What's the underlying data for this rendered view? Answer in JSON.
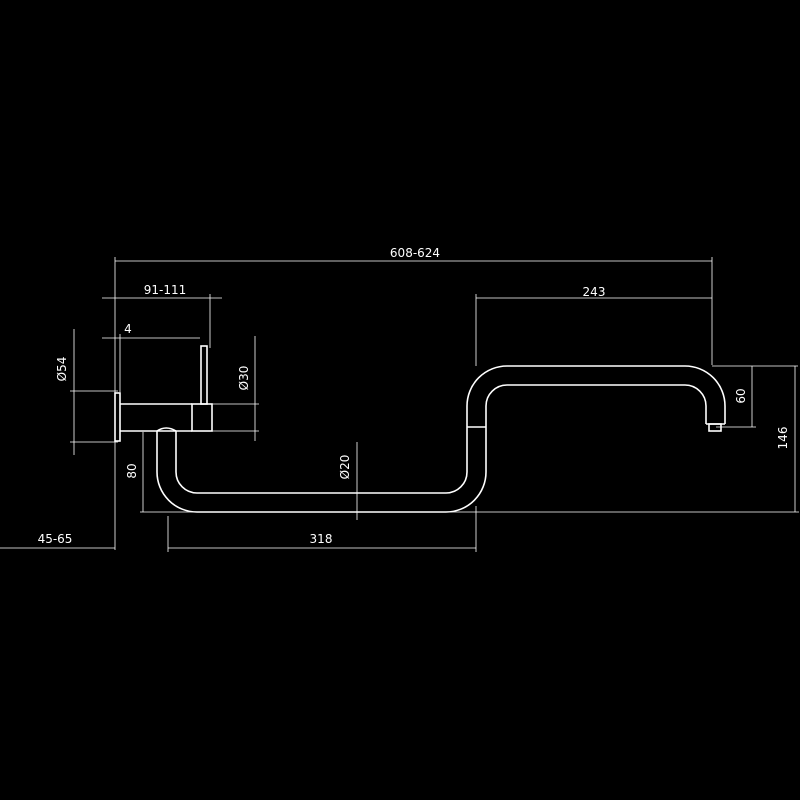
{
  "colors": {
    "background": "#000000",
    "line": "#ffffff"
  },
  "dimensions": {
    "overall_length": "608-624",
    "body_projection": "91-111",
    "wall_gap": "4",
    "spout_reach": "243",
    "rosette_diameter": "Ø54",
    "body_diameter": "Ø30",
    "tube_diameter": "Ø20",
    "pivot_height": "80",
    "outlet_drop": "60",
    "total_height": "146",
    "wall_offset": "45-65",
    "lower_arm": "318"
  }
}
